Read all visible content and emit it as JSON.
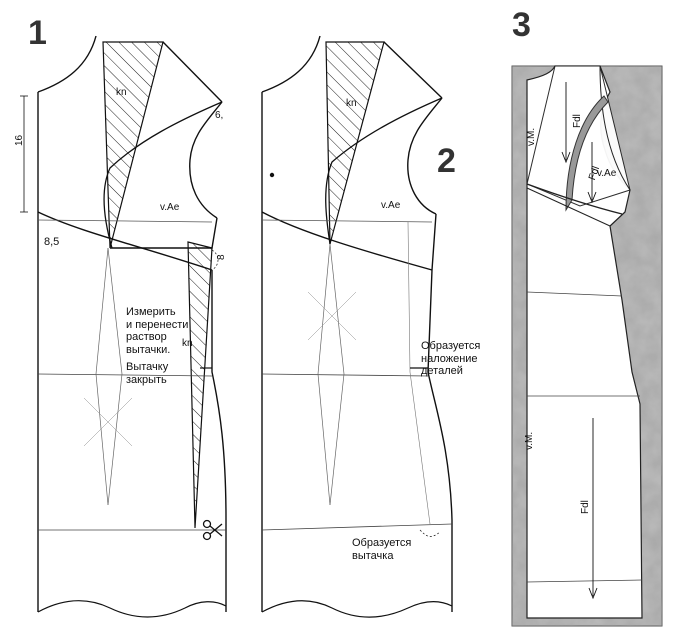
{
  "figures": {
    "fig1": {
      "number": "1",
      "dim_vertical": "16",
      "dim_bust_left": "8,5",
      "dim_side": "8",
      "dim_armhole": "6,",
      "label_kn_top": "kn",
      "label_kn_side": "kn",
      "label_vae": "v.Ae",
      "note_measure": [
        "Измерить",
        "и перенести",
        "раствор",
        "вытачки."
      ],
      "note_close": [
        "Вытачку",
        "закрыть"
      ]
    },
    "fig2": {
      "number": "2",
      "label_kn_top": "kn",
      "label_vae": "v.Ae",
      "note_overlap": [
        "Образуется",
        "наложение",
        "деталей"
      ],
      "note_dart": [
        "Образуется",
        "вытачка"
      ]
    },
    "fig3": {
      "number": "3",
      "label_vm_top": "v.M.",
      "label_vm_bottom": "v.M.",
      "label_fdl_1": "Fdl",
      "label_fdl_2": "Fdl",
      "label_vae": "v.Ae",
      "label_fdl_long": "Fdl"
    }
  }
}
